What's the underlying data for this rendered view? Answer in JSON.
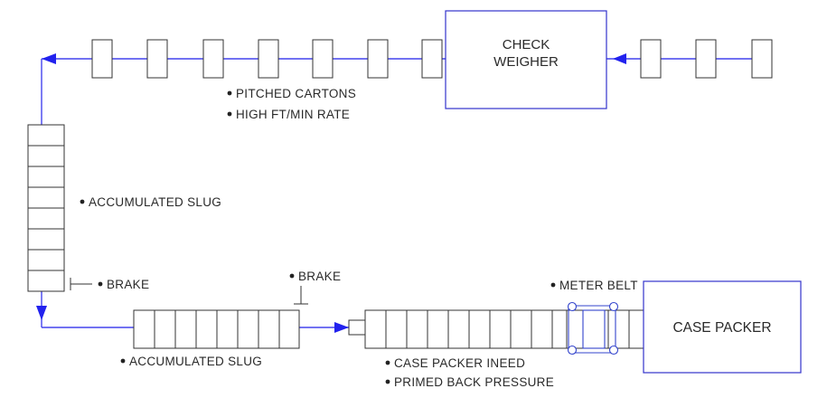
{
  "boxes": {
    "check_weigher": {
      "line1": "CHECK",
      "line2": "WEIGHER"
    },
    "case_packer": {
      "label": "CASE PACKER"
    }
  },
  "labels": {
    "pitched_cartons": "PITCHED CARTONS",
    "high_rate": "HIGH FT/MIN RATE",
    "accumulated_slug_vertical": "ACCUMULATED SLUG",
    "brake_left": "BRAKE",
    "brake_bottom": "BRAKE",
    "accumulated_slug_bottom": "ACCUMULATED SLUG",
    "meter_belt": "METER BELT",
    "infeed": "CASE PACKER INEED",
    "primed": "PRIMED BACK PRESSURE"
  },
  "colors": {
    "flow_line": "#4444ee",
    "box_stroke": "#3333cc",
    "carton_stroke": "#333333"
  }
}
